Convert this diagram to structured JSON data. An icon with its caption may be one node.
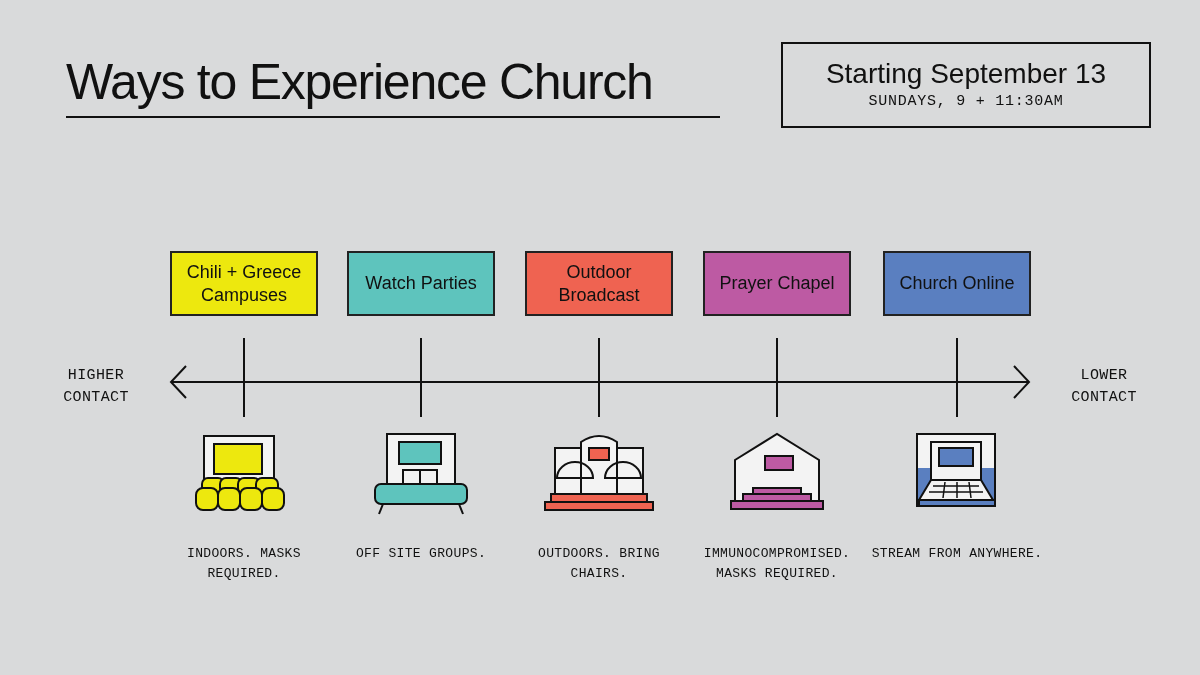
{
  "diagram": {
    "title": "Ways to Experience Church",
    "nodes": [
      {
        "text": [
          "Starting September 13",
          "SUNDAYS, 9 + 11:30AM"
        ]
      },
      {
        "text": [
          "Chili + Greece Campuses"
        ]
      },
      {
        "text": [
          "Watch Parties"
        ]
      },
      {
        "text": [
          "Outdoor Broadcast"
        ]
      },
      {
        "text": [
          "Prayer Chapel"
        ]
      },
      {
        "text": [
          "Church Online"
        ]
      }
    ],
    "labels": [
      "HIGHER CONTACT",
      "LOWER CONTACT",
      "INDOORS. MASKS REQUIRED.",
      "OFF SITE GROUPS.",
      "OUTDOORS. BRING CHAIRS.",
      "IMMUNOCOMPROMISED. MASKS REQUIRED.",
      "STREAM FROM ANYWHERE."
    ]
  }
}
